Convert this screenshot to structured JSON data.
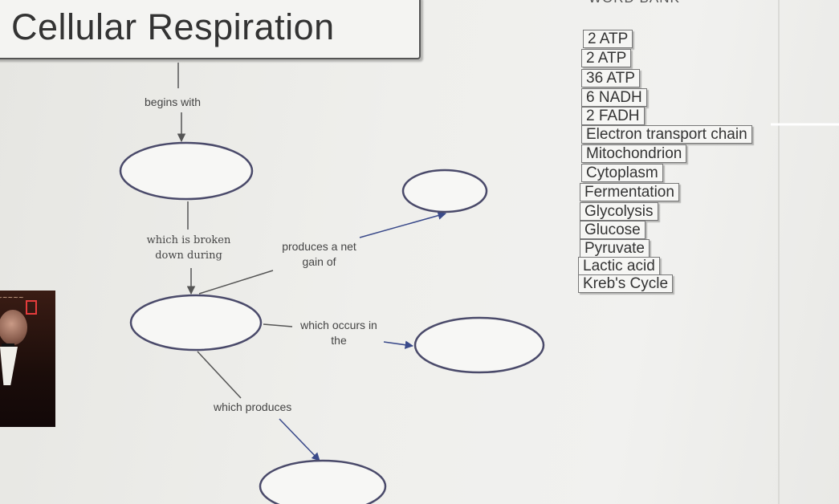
{
  "title": "Cellular Respiration",
  "labels": {
    "begins_with": "begins with",
    "broken_down_1": "which is broken",
    "broken_down_2": "down during",
    "produces_net_1": "produces a net",
    "produces_net_2": "gain of",
    "occurs_in_1": "which occurs in",
    "occurs_in_2": "the",
    "which_produces": "which produces"
  },
  "word_bank": {
    "header": "WORD BANK",
    "items": [
      "2 ATP",
      "2 ATP",
      "36 ATP",
      "6 NADH",
      "2 FADH",
      "Electron transport chain",
      "Mitochondrion",
      "Cytoplasm",
      "Fermentation",
      "Glycolysis",
      "Glucose",
      "Pyruvate",
      "Lactic acid",
      "Kreb's Cycle"
    ]
  },
  "colors": {
    "node_stroke": "#4a4a6a",
    "line": "#555555",
    "arrow_blue": "#3a4a8a"
  }
}
